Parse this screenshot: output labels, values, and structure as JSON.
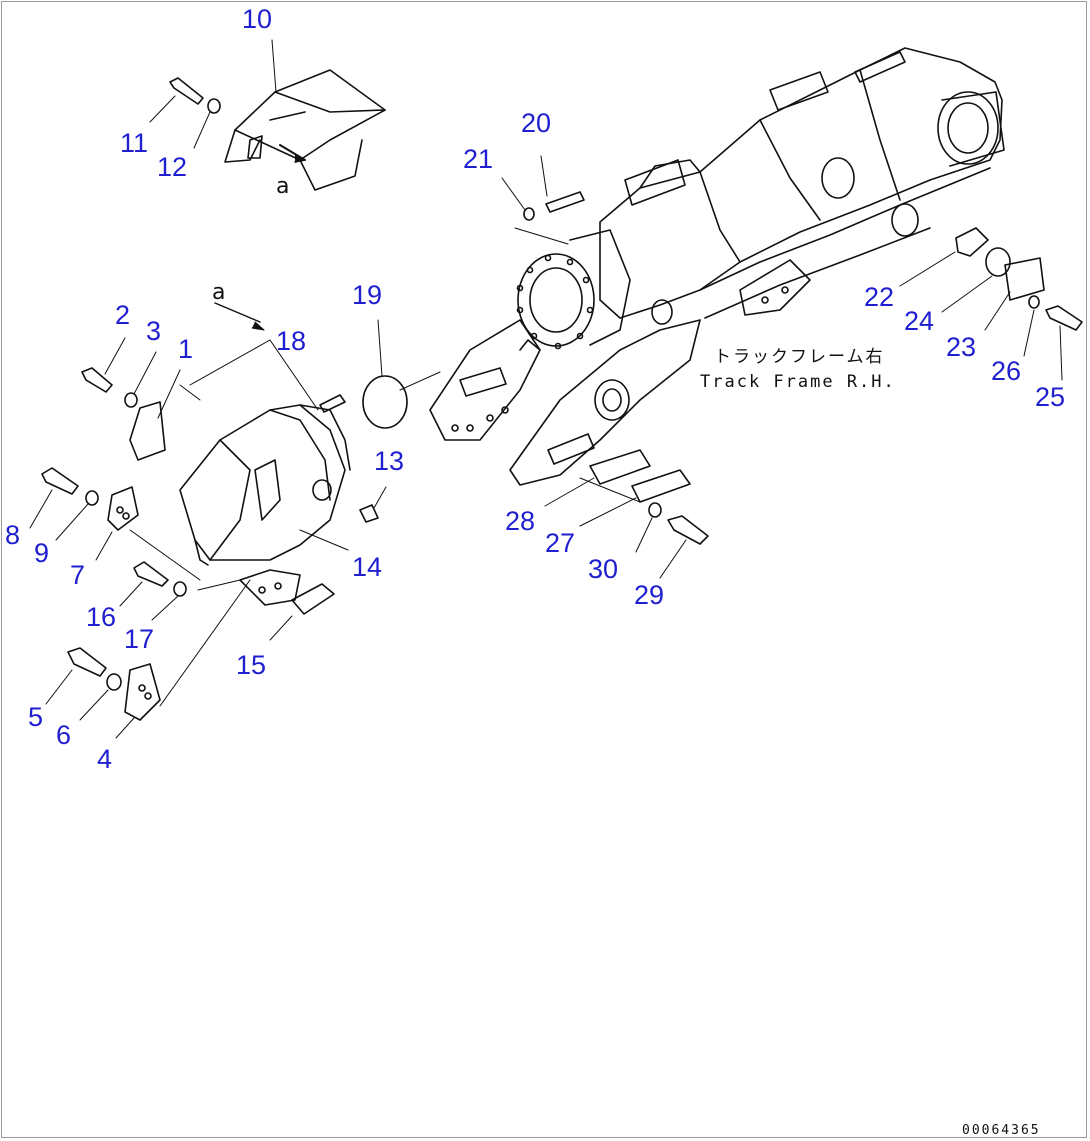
{
  "colors": {
    "callout": "#1f1fd0",
    "line": "#111111",
    "text": "#111111",
    "border": "#9a9a9a"
  },
  "callouts": {
    "c1": "1",
    "c2": "2",
    "c3": "3",
    "c4": "4",
    "c5": "5",
    "c6": "6",
    "c7": "7",
    "c8": "8",
    "c9": "9",
    "c10": "10",
    "c11": "11",
    "c12": "12",
    "c13": "13",
    "c14": "14",
    "c15": "15",
    "c16": "16",
    "c17": "17",
    "c18": "18",
    "c19": "19",
    "c20": "20",
    "c21": "21",
    "c22": "22",
    "c23": "23",
    "c24": "24",
    "c25": "25",
    "c26": "26",
    "c27": "27",
    "c28": "28",
    "c29": "29",
    "c30": "30"
  },
  "view_letter": "a",
  "frame_label": {
    "jp": "トラックフレーム右",
    "en": "Track Frame R.H."
  },
  "drawing_number": "00064365"
}
